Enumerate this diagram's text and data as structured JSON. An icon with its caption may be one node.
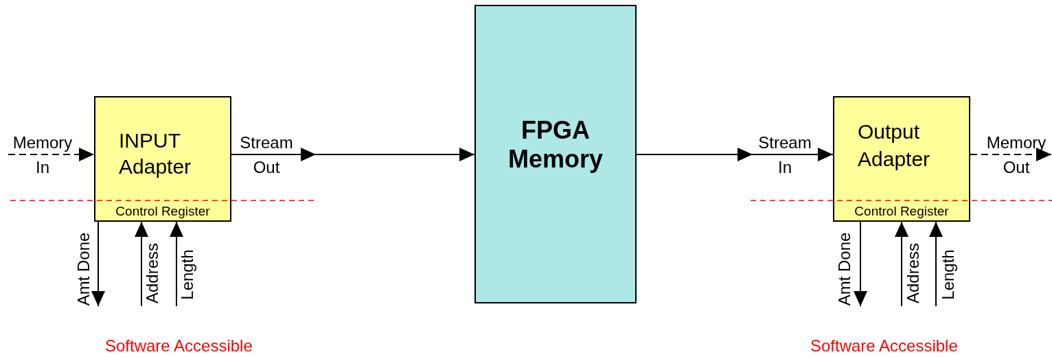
{
  "diagram": {
    "nodes": [
      {
        "text": [
          "INPUT Adapter",
          "Control Register"
        ]
      },
      {
        "text": [
          "FPGA Memory"
        ]
      },
      {
        "text": [
          "Output Adapter",
          "Control Register"
        ]
      }
    ],
    "edges": [
      {
        "from": null,
        "to": 0,
        "arrow": "to",
        "label": "Memory In",
        "style": "dashed"
      },
      {
        "from": 0,
        "to": 1,
        "arrow": "to",
        "label": "Stream Out"
      },
      {
        "from": 0,
        "to": null,
        "arrow": "to",
        "label": "Amt Done"
      },
      {
        "from": null,
        "to": 0,
        "arrow": "to",
        "label": "Address"
      },
      {
        "from": null,
        "to": 0,
        "arrow": "to",
        "label": "Length"
      },
      {
        "from": 1,
        "to": 2,
        "arrow": "to",
        "label": "Stream In"
      },
      {
        "from": 2,
        "to": null,
        "arrow": "to",
        "label": "Memory Out",
        "style": "dashed"
      },
      {
        "from": 2,
        "to": null,
        "arrow": "to",
        "label": "Amt Done"
      },
      {
        "from": null,
        "to": 2,
        "arrow": "to",
        "label": "Address"
      },
      {
        "from": null,
        "to": 2,
        "arrow": "to",
        "label": "Length"
      }
    ],
    "labels": [
      "Software Accessible",
      "Software Accessible"
    ]
  }
}
